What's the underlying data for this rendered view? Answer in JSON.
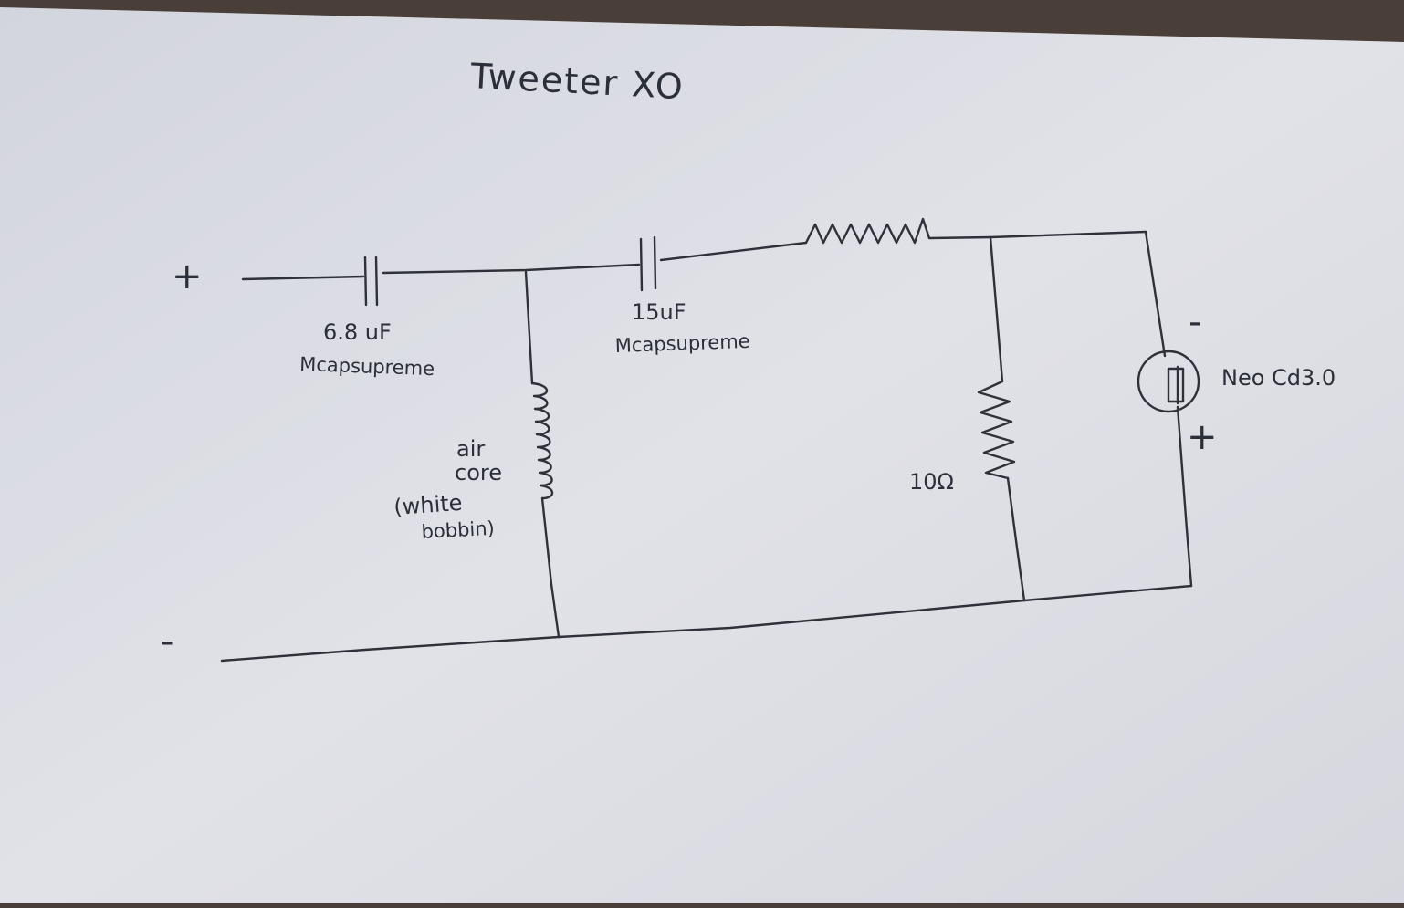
{
  "diagram": {
    "title": "Tweeter XO",
    "input_plus": "+",
    "input_minus": "-",
    "components": {
      "cap1": {
        "value": "6.8 uF",
        "brand": "Mcapsupreme"
      },
      "inductor": {
        "line1": "air",
        "line2": "core",
        "line3": "(white",
        "line4": "bobbin)"
      },
      "cap2": {
        "value": "15uF",
        "brand": "Mcapsupreme"
      },
      "resistor_shunt": {
        "value": "10Ω"
      },
      "tweeter": {
        "name": "Neo Cd3.0",
        "minus": "-",
        "plus": "+"
      }
    }
  },
  "colors": {
    "paper": "#dcdde4",
    "ink": "#2e313a",
    "background_top": "#4a3f38"
  }
}
